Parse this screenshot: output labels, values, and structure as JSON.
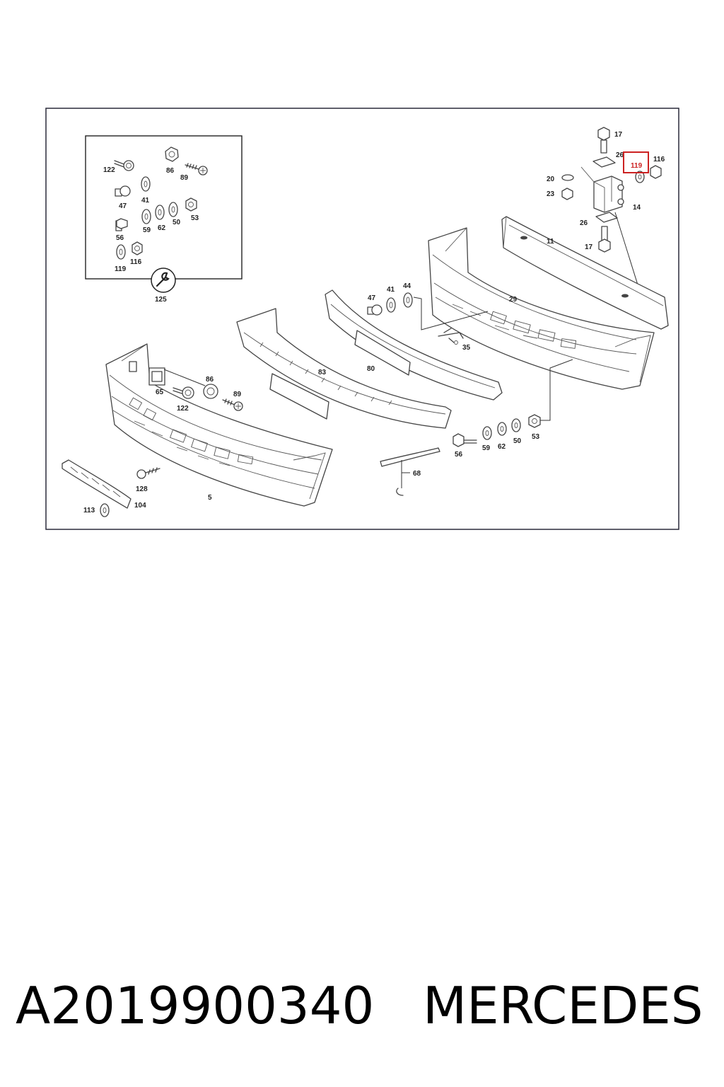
{
  "diagram": {
    "highlighted_label": "119",
    "labels": {
      "l122a": "122",
      "l86a": "86",
      "l89a": "89",
      "l47a": "47",
      "l41a": "41",
      "l56a": "56",
      "l59a": "59",
      "l62a": "62",
      "l50a": "50",
      "l53a": "53",
      "l119a": "119",
      "l116a": "116",
      "l125": "125",
      "l17a": "17",
      "l26a": "26",
      "l116b": "116",
      "l20": "20",
      "l23": "23",
      "l14": "14",
      "l26b": "26",
      "l17b": "17",
      "l11": "11",
      "l47b": "47",
      "l41b": "41",
      "l44": "44",
      "l29": "29",
      "l35": "35",
      "l83": "83",
      "l80": "80",
      "l65": "65",
      "l86b": "86",
      "l122b": "122",
      "l89b": "89",
      "l56b": "56",
      "l59b": "59",
      "l62b": "62",
      "l50b": "50",
      "l53b": "53",
      "l68": "68",
      "l128": "128",
      "l5": "5",
      "l113": "113",
      "l104": "104"
    }
  },
  "caption": {
    "part_number": "A2019900340",
    "brand": "MERCEDES"
  },
  "colors": {
    "highlight": "#cc2222",
    "frame": "#2a2a3a",
    "line": "#444444"
  }
}
